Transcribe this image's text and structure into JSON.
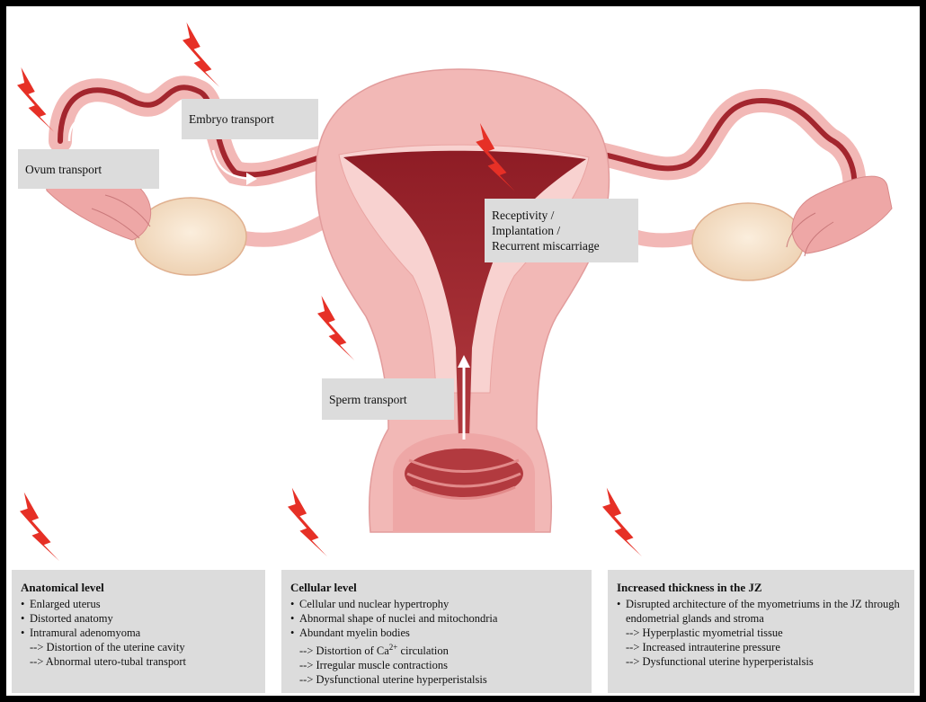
{
  "labels": {
    "ovum": "Ovum transport",
    "embryo": "Embryo transport",
    "receptivity": [
      "Receptivity /",
      "Implantation /",
      "Recurrent miscarriage"
    ],
    "sperm": "Sperm transport"
  },
  "panels": [
    {
      "title": "Anatomical level",
      "items": [
        {
          "type": "bullet",
          "text": "Enlarged uterus"
        },
        {
          "type": "bullet",
          "text": "Distorted anatomy"
        },
        {
          "type": "bullet",
          "text": "Intramural adenomyoma"
        },
        {
          "type": "sub",
          "text": "--> Distortion of the uterine cavity"
        },
        {
          "type": "sub",
          "text": "--> Abnormal utero-tubal transport"
        }
      ]
    },
    {
      "title": "Cellular level",
      "items": [
        {
          "type": "bullet",
          "text": "Cellular und nuclear hypertrophy"
        },
        {
          "type": "bullet",
          "text": "Abnormal shape of nuclei and mitochondria"
        },
        {
          "type": "bullet",
          "text": "Abundant myelin bodies"
        },
        {
          "type": "sub",
          "text": "--> Distortion of Ca2+ circulation"
        },
        {
          "type": "sub",
          "text": "--> Irregular muscle contractions"
        },
        {
          "type": "sub",
          "text": "--> Dysfunctional uterine hyperperistalsis"
        }
      ]
    },
    {
      "title": "Increased thickness in the JZ",
      "items": [
        {
          "type": "bullet",
          "text": "Disrupted architecture of the myometriums in the JZ through endometrial glands and stroma"
        },
        {
          "type": "sub",
          "text": "--> Hyperplastic myometrial tissue"
        },
        {
          "type": "sub",
          "text": "--> Increased intrauterine pressure"
        },
        {
          "type": "sub",
          "text": "--> Dysfunctional uterine hyperperistalsis"
        }
      ]
    }
  ],
  "colors": {
    "tissue": "#f2b8b6",
    "tissue_light": "#f8d2d0",
    "cavity": "#a3262e",
    "cavity_dark": "#7a1620",
    "ovary": "#f6e2c6",
    "fimbria": "#eea7a6",
    "lightning": "#e63026",
    "label_bg": "#dcdcdc"
  }
}
